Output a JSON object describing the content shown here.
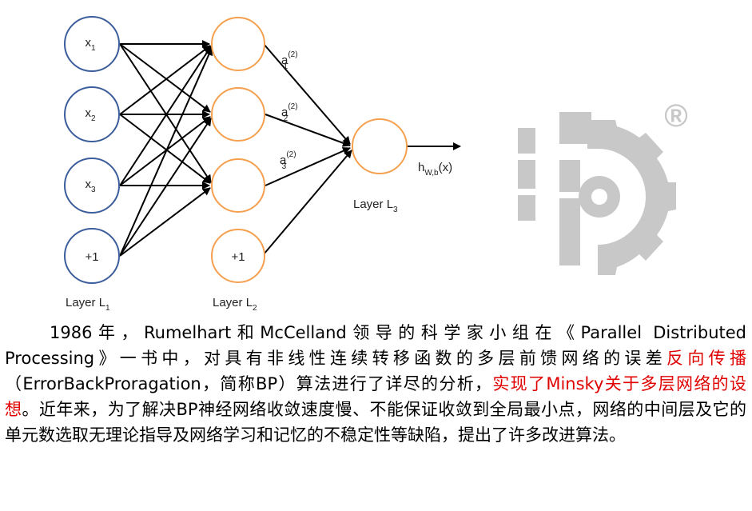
{
  "diagram": {
    "layer1": {
      "nodes": [
        {
          "main": "x",
          "sub": "1"
        },
        {
          "main": "x",
          "sub": "2"
        },
        {
          "main": "x",
          "sub": "3"
        },
        {
          "main": "+1",
          "sub": ""
        }
      ],
      "label_main": "Layer L",
      "label_sub": "1",
      "color": "#3b5d9b"
    },
    "layer2": {
      "bias": "+1",
      "label_main": "Layer L",
      "label_sub": "2",
      "color": "#f5a04f"
    },
    "layer3": {
      "label_main": "Layer L",
      "label_sub": "3",
      "color": "#f5a04f"
    },
    "activations": [
      {
        "main": "a",
        "sup": "(2)",
        "sub": "1"
      },
      {
        "main": "a",
        "sup": "(2)",
        "sub": "2"
      },
      {
        "main": "a",
        "sup": "(2)",
        "sub": "3"
      }
    ],
    "output": {
      "main": "h",
      "sub": "W,b",
      "rest": "(x)"
    }
  },
  "logo": {
    "registered_mark": "®",
    "color": "#c8c8c8"
  },
  "paragraph": {
    "seg1": "1986年，Rumelhart和McCelland领导的科学家小组在《Parallel Distributed Processing》一书中，对具有非线性连续转移函数的多层前馈网络的误差",
    "seg2_red": "反向传播",
    "seg3": "（ErrorBackProragation，简称BP）算法进行了详尽的分析，",
    "seg4_red": "实现了Minsky关于多层网络的设想",
    "seg5": "。近年来，为了解决BP神经网络收敛速度慢、不能保证收敛到全局最小点，网络的中间层及它的单元数选取无理论指导及网络学习和记忆的不稳定性等缺陷，提出了许多改进算法。",
    "highlight_color": "#e00000"
  }
}
